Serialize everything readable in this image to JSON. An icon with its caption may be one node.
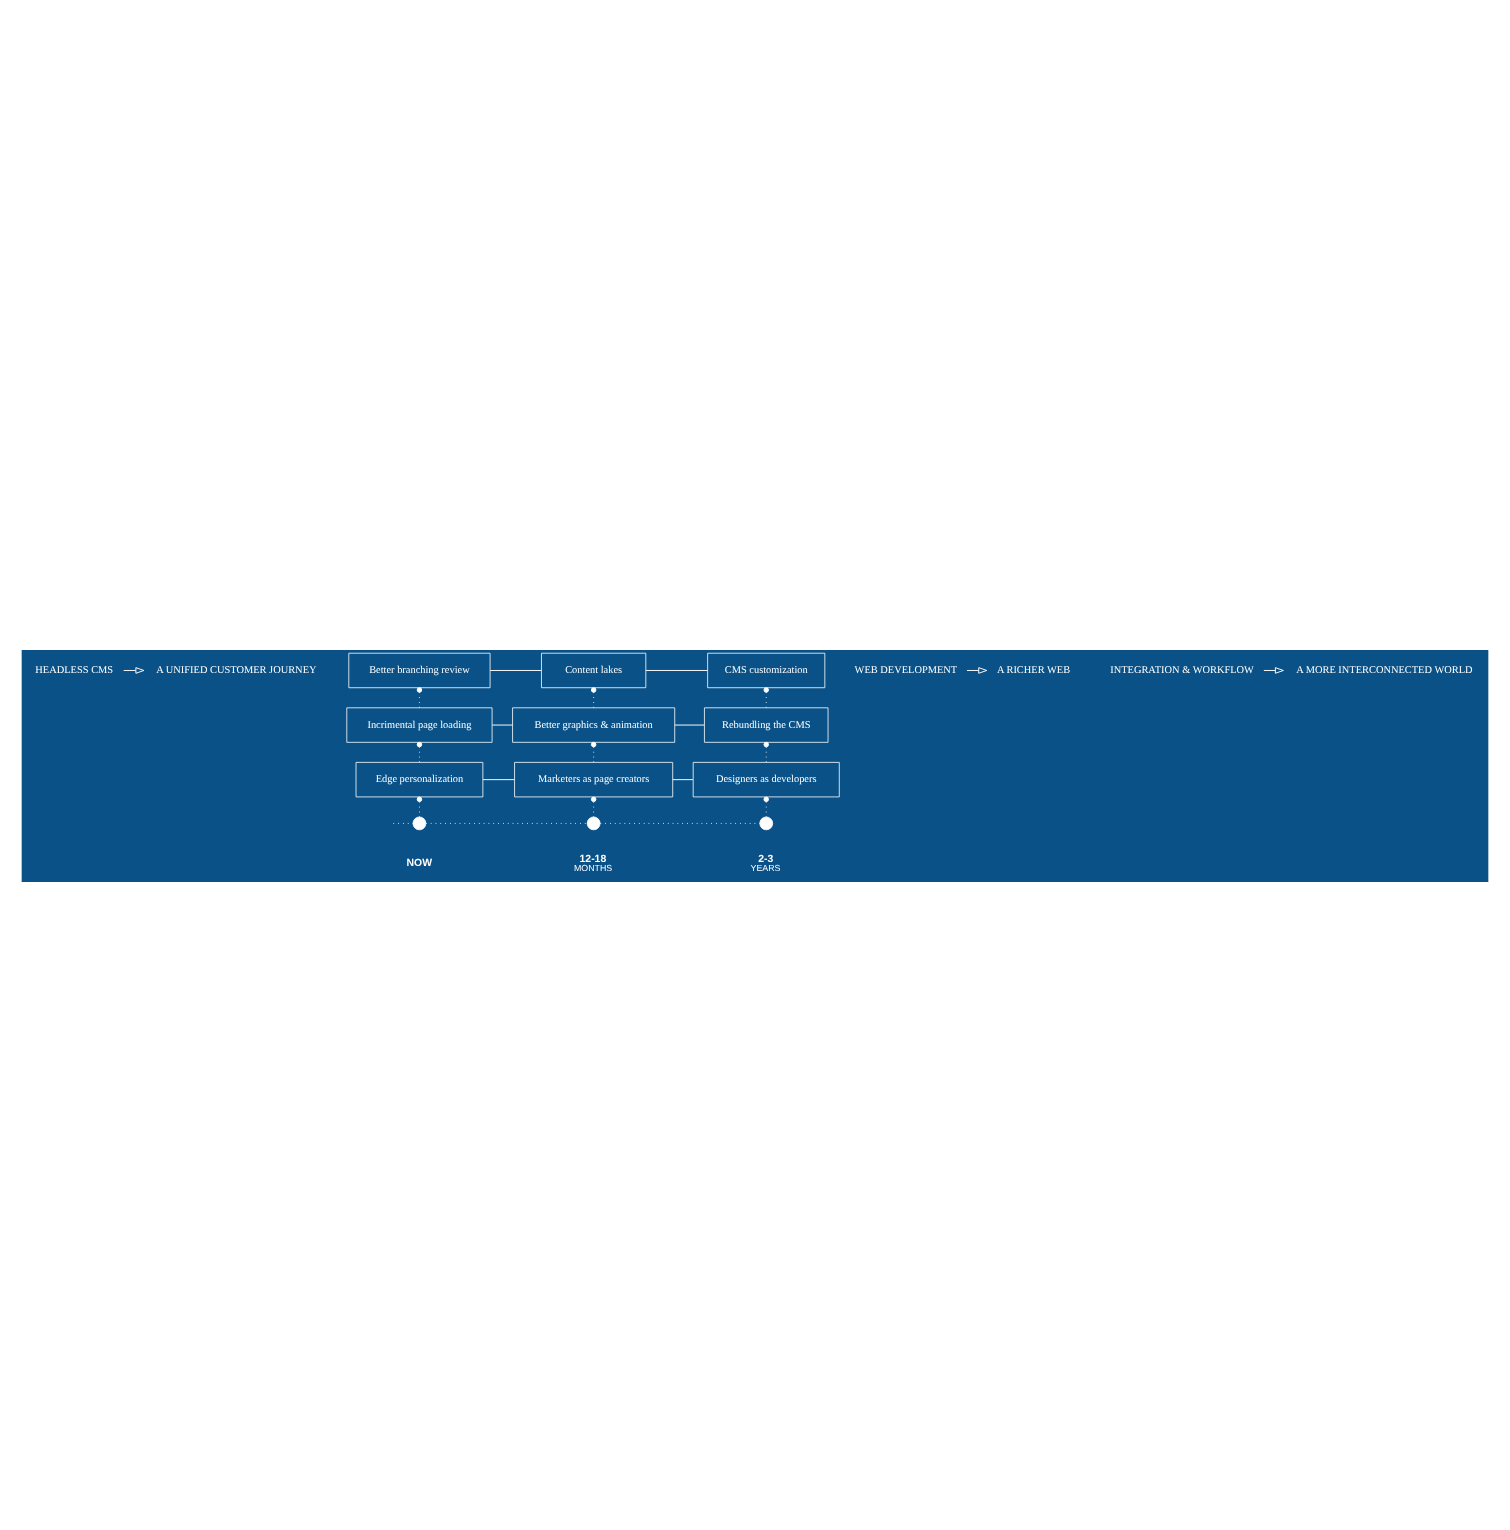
{
  "diagram": {
    "nodes": [
      {
        "text": [
          "HEADLESS CMS"
        ]
      },
      {
        "text": [
          "A UNIFIED CUSTOMER JOURNEY"
        ]
      },
      {
        "text": [
          "Better branching review"
        ]
      },
      {
        "text": [
          "Content lakes"
        ]
      },
      {
        "text": [
          "CMS customization"
        ]
      },
      {
        "text": [
          "WEB DEVELOPMENT"
        ]
      },
      {
        "text": [
          "A RICHER WEB"
        ]
      },
      {
        "text": [
          "Incrimental page loading"
        ]
      },
      {
        "text": [
          "Better graphics & animation"
        ]
      },
      {
        "text": [
          "Rebundling the CMS"
        ]
      },
      {
        "text": [
          "INTEGRATION & WORKFLOW"
        ]
      },
      {
        "text": [
          "A MORE INTERCONNECTED WORLD"
        ]
      },
      {
        "text": [
          "Edge personalization"
        ]
      },
      {
        "text": [
          "Marketers as page creators"
        ]
      },
      {
        "text": [
          "Designers as developers"
        ]
      },
      {
        "text": [],
        "shape": "circle",
        "beside": [
          "NOW"
        ]
      },
      {
        "text": [],
        "shape": "circle",
        "beside": [
          "12-18",
          "MONTHS"
        ]
      },
      {
        "text": [],
        "shape": "circle",
        "beside": [
          "2-3",
          "YEARS"
        ]
      }
    ],
    "edges": [
      {
        "from": 0,
        "to": 1,
        "arrow": "to"
      },
      {
        "from": 2,
        "to": 3,
        "arrow": "none"
      },
      {
        "from": 3,
        "to": 4,
        "arrow": "none"
      },
      {
        "from": 2,
        "to": 7,
        "arrow": "other",
        "style": "dashed"
      },
      {
        "from": 3,
        "to": 8,
        "arrow": "other",
        "style": "dashed"
      },
      {
        "from": 4,
        "to": 9,
        "arrow": "other",
        "style": "dashed"
      },
      {
        "from": 5,
        "to": 6,
        "arrow": "to"
      },
      {
        "from": 7,
        "to": 8,
        "arrow": "none"
      },
      {
        "from": 8,
        "to": 9,
        "arrow": "none"
      },
      {
        "from": 7,
        "to": 12,
        "arrow": "other",
        "style": "dashed"
      },
      {
        "from": 8,
        "to": 13,
        "arrow": "other",
        "style": "dashed"
      },
      {
        "from": 9,
        "to": 14,
        "arrow": "other",
        "style": "dashed"
      },
      {
        "from": 10,
        "to": 11,
        "arrow": "to"
      },
      {
        "from": 12,
        "to": 13,
        "arrow": "none"
      },
      {
        "from": 13,
        "to": 14,
        "arrow": "none"
      },
      {
        "from": 12,
        "to": 15,
        "arrow": "other",
        "style": "dashed"
      },
      {
        "from": 13,
        "to": 16,
        "arrow": "other",
        "style": "dashed"
      },
      {
        "from": 14,
        "to": 17,
        "arrow": "other",
        "style": "dashed"
      },
      {
        "from": null,
        "to": 15,
        "arrow": "none",
        "style": "dashed"
      },
      {
        "from": 15,
        "to": 16,
        "arrow": "none",
        "style": "dashed"
      },
      {
        "from": 16,
        "to": 17,
        "arrow": "none",
        "style": "dashed"
      }
    ]
  }
}
